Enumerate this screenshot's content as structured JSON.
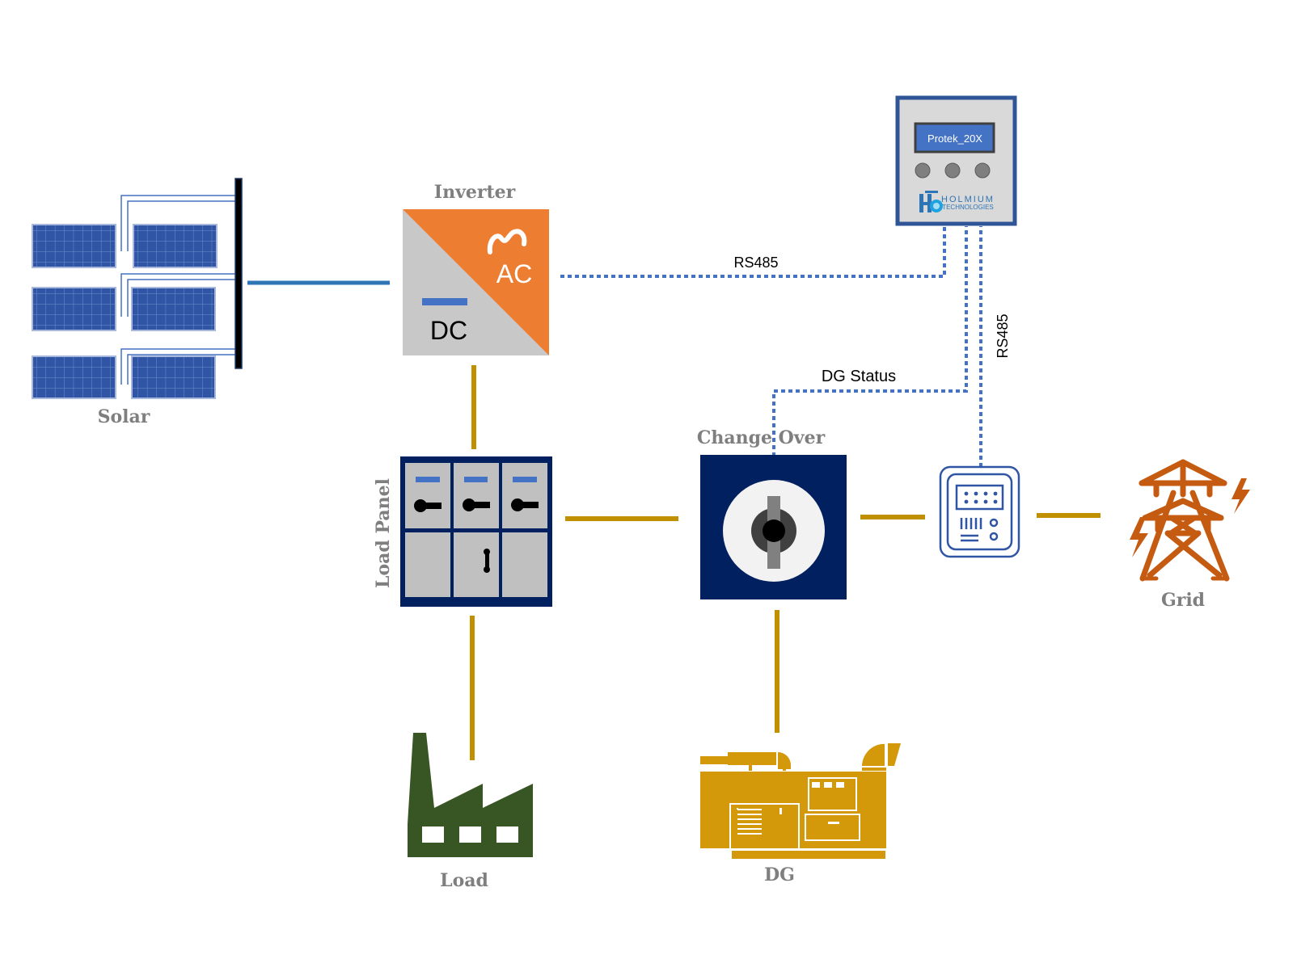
{
  "diagram": {
    "title": "Solar-DG-Grid monitoring system schematic",
    "colors": {
      "power_line": "#c09000",
      "comm_line": "#4472c4",
      "solar_panel": "#2f55a4",
      "inverter_ac": "#ed7d31",
      "inverter_dc": "#c8c8c8",
      "panel_frame": "#002060",
      "factory": "#375623",
      "generator": "#d4990a",
      "grid_tower": "#c55a11",
      "meter": "#2f55a4",
      "label_gray": "#7f7f7f"
    },
    "nodes": {
      "solar": {
        "label": "Solar",
        "panel_count": 6
      },
      "inverter": {
        "label": "Inverter",
        "ac_label": "AC",
        "dc_label": "DC"
      },
      "controller": {
        "display_text": "Protek_20X",
        "button_count": 3,
        "brand_top": "HOLMIUM",
        "brand_bottom": "TECHNOLOGIES"
      },
      "load_panel": {
        "label": "Load Panel"
      },
      "changeover": {
        "label": "Change Over"
      },
      "meter": {
        "label": ""
      },
      "grid": {
        "label": "Grid"
      },
      "load": {
        "label": "Load"
      },
      "dg": {
        "label": "DG"
      }
    },
    "edges": [
      {
        "from": "solar",
        "to": "inverter",
        "type": "dc-power"
      },
      {
        "from": "inverter",
        "to": "load_panel",
        "type": "power"
      },
      {
        "from": "load_panel",
        "to": "changeover",
        "type": "power"
      },
      {
        "from": "changeover",
        "to": "meter",
        "type": "power"
      },
      {
        "from": "meter",
        "to": "grid",
        "type": "power"
      },
      {
        "from": "load_panel",
        "to": "load",
        "type": "power"
      },
      {
        "from": "changeover",
        "to": "dg",
        "type": "power"
      },
      {
        "from": "inverter",
        "to": "controller",
        "type": "comm",
        "label": "RS485"
      },
      {
        "from": "changeover",
        "to": "controller",
        "type": "comm",
        "label": "DG Status"
      },
      {
        "from": "meter",
        "to": "controller",
        "type": "comm",
        "label": "RS485"
      }
    ]
  }
}
